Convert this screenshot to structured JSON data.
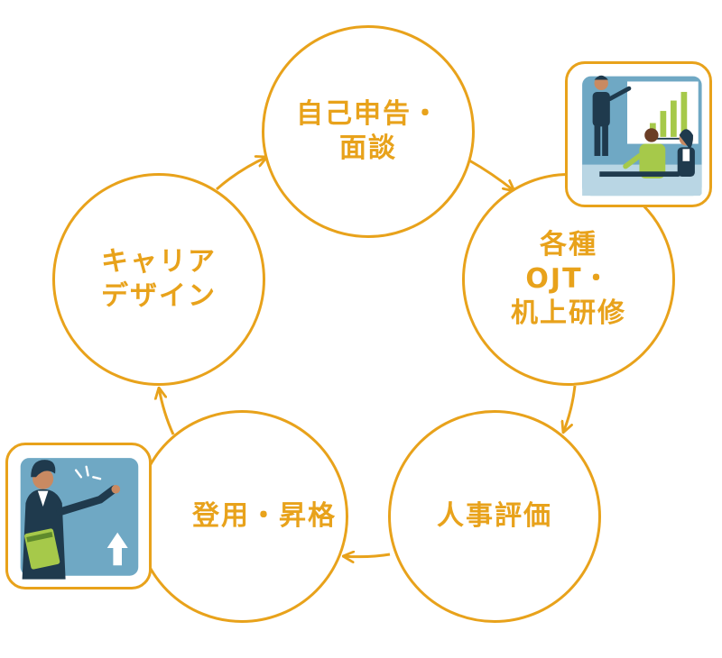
{
  "colors": {
    "accent": "#e8a21b",
    "illustration_bg": "#6fa8c4",
    "illustration_navy": "#1f3a4d",
    "illustration_green": "#a6c94a",
    "illustration_skin": "#c98a62"
  },
  "cycle": {
    "nodes": [
      {
        "id": "self-report",
        "label": "自己申告・\n面談"
      },
      {
        "id": "training",
        "label": "各種\nOJT・\n机上研修"
      },
      {
        "id": "evaluation",
        "label": "人事評価"
      },
      {
        "id": "promotion",
        "label": "登用・昇格"
      },
      {
        "id": "career",
        "label": "キャリア\nデザイン"
      }
    ],
    "direction": "clockwise"
  },
  "illustrations": {
    "meeting": {
      "icon": "business-meeting-illustration"
    },
    "promotion": {
      "icon": "businesswoman-upward-arrow-illustration"
    }
  }
}
